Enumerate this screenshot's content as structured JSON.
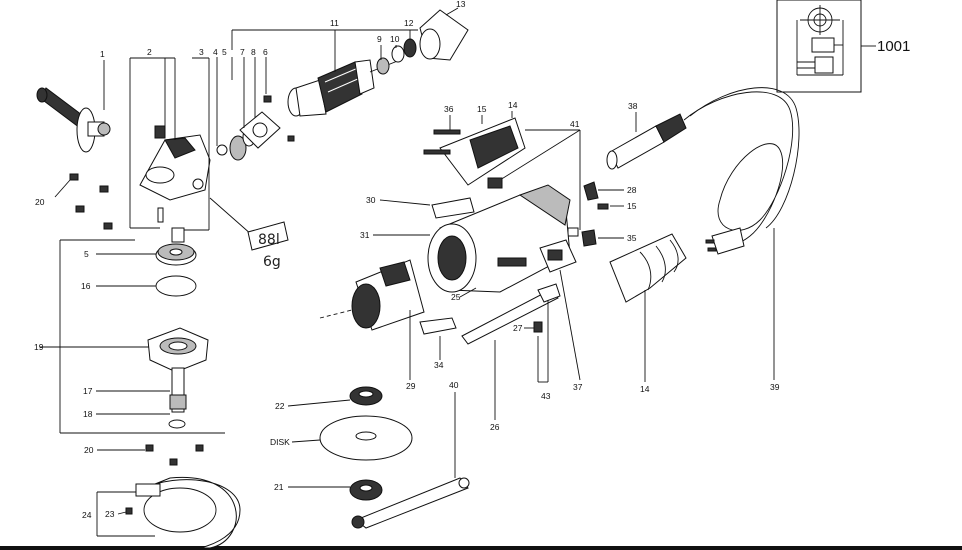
{
  "labels": {
    "p1": "1",
    "p2": "2",
    "p3": "3",
    "p4": "4",
    "p5a": "5",
    "p8": "8",
    "p6": "6",
    "p7": "7",
    "p11": "11",
    "p9": "9",
    "p10": "10",
    "p12": "12",
    "p13": "13",
    "p1001": "1001",
    "p36": "36",
    "p15a": "15",
    "p14a": "14",
    "p38": "38",
    "p41": "41",
    "p28": "28",
    "p15b": "15",
    "p30": "30",
    "p31": "31",
    "p35": "35",
    "p25": "25",
    "p20a": "20",
    "p5b": "5",
    "p16": "16",
    "p19": "19",
    "p17": "17",
    "p18": "18",
    "p20b": "20",
    "p22": "22",
    "disk": "DISK",
    "p21": "21",
    "p24": "24",
    "p23": "23",
    "p40": "40",
    "p34": "34",
    "p29": "29",
    "p26": "26",
    "p27": "27",
    "p43": "43",
    "p37": "37",
    "p14b": "14",
    "p39": "39"
  },
  "handwritten": {
    "line1": "88l",
    "line2": "6g"
  }
}
